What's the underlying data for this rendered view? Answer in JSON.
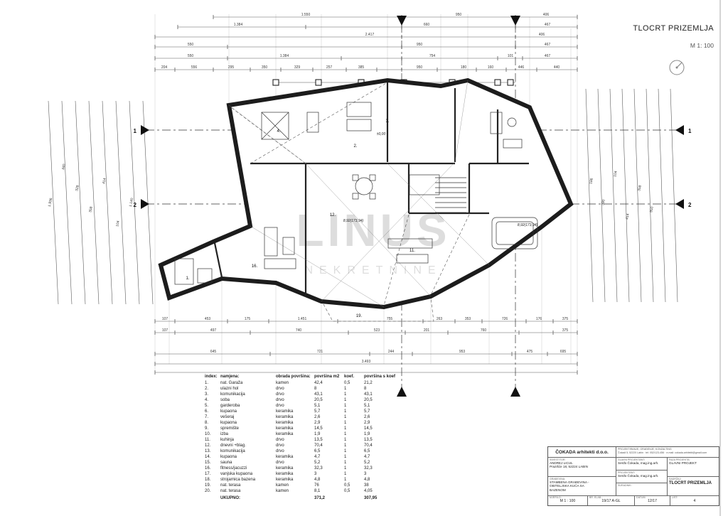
{
  "sheet": {
    "title": "TLOCRT PRIZEMLJA",
    "scale": "M 1: 100"
  },
  "watermark": {
    "line1": "LINUS",
    "line2": "NEKRETNINE"
  },
  "sections": {
    "s1": "1",
    "s2": "2"
  },
  "plan": {
    "rooms": [
      "1.",
      "2.",
      "3.",
      "4.",
      "11.",
      "12.",
      "16.",
      "19."
    ],
    "area1": "8,92(173,94)",
    "area2": "8,92(173,94)",
    "elevation": "±0,00"
  },
  "dims": {
    "top": [
      "1.550",
      "950",
      "406",
      "1.384",
      "660",
      "467",
      "2.417",
      "406",
      "550",
      "950",
      "467",
      "550",
      "1.384",
      "754",
      "101",
      "467",
      "204",
      "556",
      "295",
      "350",
      "329",
      "257",
      "385",
      "950",
      "180",
      "160",
      "446",
      "440"
    ],
    "bottom": [
      "107",
      "453",
      "175",
      "1.451",
      "755",
      "263",
      "353",
      "726",
      "176",
      "375",
      "107",
      "497",
      "740",
      "523",
      "201",
      "760",
      "375",
      "645",
      "721",
      "244",
      "953",
      "475",
      "695",
      "3.493"
    ],
    "left": [
      "1.936",
      "440",
      "328",
      "358",
      "414",
      "104",
      "1.140"
    ],
    "right": [
      "186",
      "390",
      "104",
      "414",
      "358",
      "950"
    ]
  },
  "table": {
    "headers": [
      "index:",
      "namjena:",
      "obrada površina:",
      "površina m2",
      "koef.",
      "površina s koef."
    ],
    "rows": [
      [
        "1.",
        "nat. Garaža",
        "kamen",
        "42,4",
        "0,5",
        "21,2"
      ],
      [
        "2.",
        "ulazni hol",
        "drvo",
        "8",
        "1",
        "8"
      ],
      [
        "3.",
        "komunikacija",
        "drvo",
        "43,1",
        "1",
        "43,1"
      ],
      [
        "4.",
        "soba",
        "drvo",
        "20,5",
        "1",
        "20,5"
      ],
      [
        "5.",
        "garderoba",
        "drvo",
        "5,1",
        "1",
        "5,1"
      ],
      [
        "6.",
        "kupaona",
        "keramika",
        "5,7",
        "1",
        "5,7"
      ],
      [
        "7.",
        "vešeraj",
        "keramika",
        "2,6",
        "1",
        "2,6"
      ],
      [
        "8.",
        "kupaona",
        "keramika",
        "2,9",
        "1",
        "2,9"
      ],
      [
        "9.",
        "spremište",
        "keramika",
        "14,5",
        "1",
        "14,5"
      ],
      [
        "10.",
        "izba",
        "keramika",
        "1,9",
        "1",
        "1,9"
      ],
      [
        "11.",
        "kuhinja",
        "drvo",
        "13,5",
        "1",
        "13,5"
      ],
      [
        "12.",
        "dnevni +blag.",
        "drvo",
        "70,4",
        "1",
        "70,4"
      ],
      [
        "13.",
        "komunikacija",
        "drvo",
        "6,5",
        "1",
        "6,5"
      ],
      [
        "14.",
        "kupaona",
        "keramika",
        "4,7",
        "1",
        "4,7"
      ],
      [
        "15.",
        "sauna",
        "drvo",
        "5,2",
        "1",
        "5,2"
      ],
      [
        "16.",
        "fitness/jacuzzi",
        "keramika",
        "32,3",
        "1",
        "32,3"
      ],
      [
        "17.",
        "vanjska kupaona",
        "keramika",
        "3",
        "1",
        "3"
      ],
      [
        "18.",
        "strojarnica bazena",
        "keramika",
        "4,8",
        "1",
        "4,8"
      ],
      [
        "19.",
        "nat. terasa",
        "kamen",
        "76",
        "0,5",
        "38"
      ],
      [
        "20.",
        "nat. terasa",
        "kamen",
        "8,1",
        "0,5",
        "4,05"
      ]
    ],
    "total_label": "UKUPNO:",
    "total_m2": "371,2",
    "total_koef": "307,95"
  },
  "titleblock": {
    "company": "ČOKADA arhitekti d.o.o.",
    "info1": "PROJEKTIRANJE, GRAĐENJE, KONZALTING",
    "info2": "Čokadi 5, 52220 Labin · tel: 052/123-456 · e-mail: cokada.arhitekti@gmail.com",
    "investor_label": "INVESTITOR:",
    "investor1": "ANDREJ LICUL",
    "investor2": "Prazišće 18, 52224 LABIN",
    "gradevina_label": "GRAĐEVINA:",
    "gradevina1": "STAMBENA GRAĐEVINA -",
    "gradevina2": "OBITELJSKA KUĆA SA",
    "gradevina3": "BAZENOM",
    "glavni_label": "GLAVNI PROJEKTANT:",
    "glavni_name": "Serđo Čokada, mag.ing.arh.",
    "projektant_label": "PROJEKTANT:",
    "projektant_name": "Serđo Čokada, mag.ing.arh.",
    "suradnik_label": "SURADNIK:",
    "faza_label": "FAZA PROJEKTA:",
    "faza_value": "GLAVNI PROJEKT",
    "sadrzaj_label": "SADRŽAJ:",
    "sadrzaj_value": "TLOCRT PRIZEMLJA",
    "mjerilo_label": "MJERILO:",
    "mjerilo_value": "M 1 : 100",
    "elab_label": "BR. ELAB.:",
    "elab_value": "19/17 A-GL",
    "datum_label": "DATUM:",
    "datum_value": "12/17",
    "list_label": "LIST:",
    "list_value": "4"
  }
}
